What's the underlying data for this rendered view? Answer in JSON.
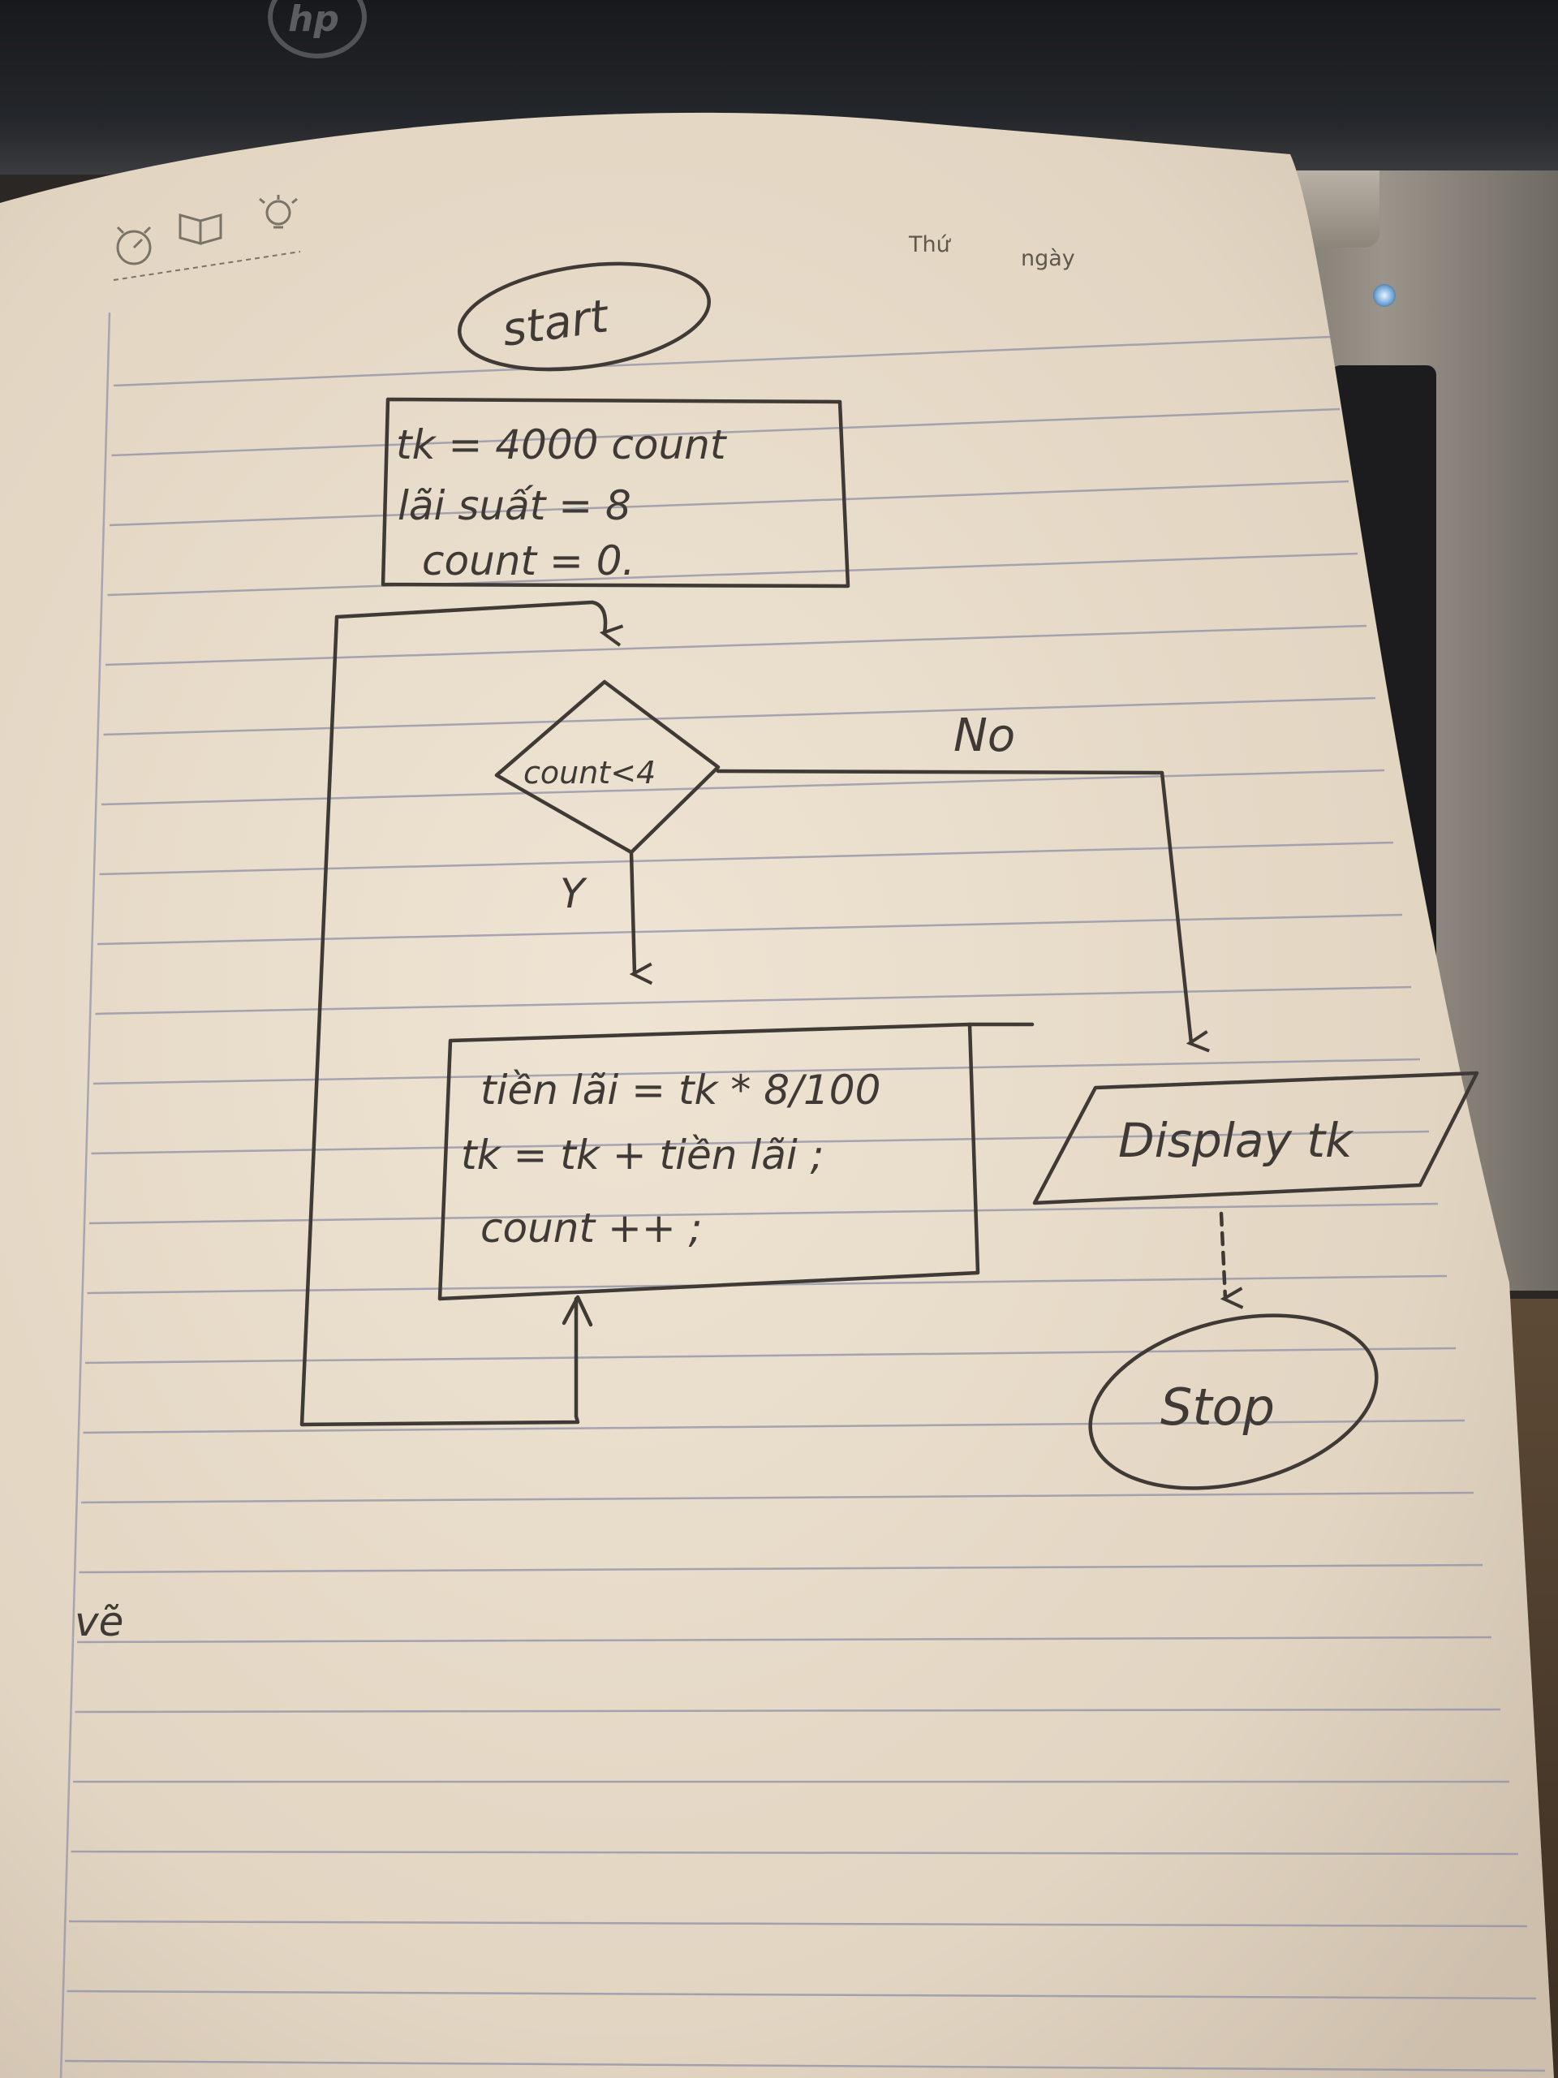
{
  "notebook": {
    "header_day_label": "Thứ",
    "header_date_label": "ngày",
    "margin_note": "vẽ"
  },
  "flowchart": {
    "start": "start",
    "init_lines": [
      "tk = 4000 count",
      "lãi suất = 8",
      "count = 0."
    ],
    "decision": "count<4",
    "yes_label": "Y",
    "no_label": "No",
    "process_lines": [
      "tiền lãi = tk * 8/100",
      "tk = tk + tiền lãi ;",
      "count ++ ;"
    ],
    "output": "Display tk",
    "stop": "Stop"
  },
  "colors": {
    "paper": "#e8dccb",
    "ruled_line": "#8f8fa8",
    "pencil": "#3f3a35"
  }
}
